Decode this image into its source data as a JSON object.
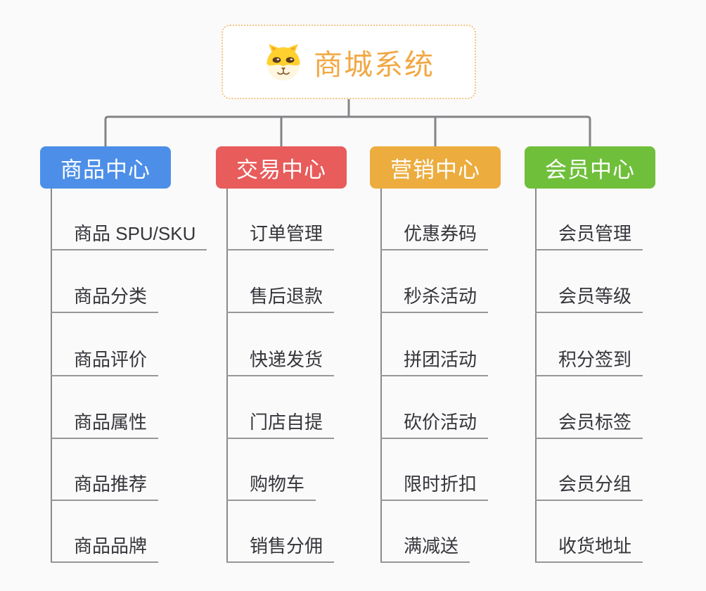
{
  "root": {
    "title": "商城系统",
    "icon": "doge-icon",
    "accent_color": "#F1A843",
    "border_color": "#F3C384"
  },
  "connector_color": "#828487",
  "branches": [
    {
      "label": "商品中心",
      "color": "#4D8FE8",
      "items": [
        "商品 SPU/SKU",
        "商品分类",
        "商品评价",
        "商品属性",
        "商品推荐",
        "商品品牌"
      ]
    },
    {
      "label": "交易中心",
      "color": "#E85C5C",
      "items": [
        "订单管理",
        "售后退款",
        "快递发货",
        "门店自提",
        "购物车",
        "销售分佣"
      ]
    },
    {
      "label": "营销中心",
      "color": "#ECAC3E",
      "items": [
        "优惠券码",
        "秒杀活动",
        "拼团活动",
        "砍价活动",
        "限时折扣",
        "满减送"
      ]
    },
    {
      "label": "会员中心",
      "color": "#6FBF3B",
      "items": [
        "会员管理",
        "会员等级",
        "积分签到",
        "会员标签",
        "会员分组",
        "收货地址"
      ]
    }
  ]
}
